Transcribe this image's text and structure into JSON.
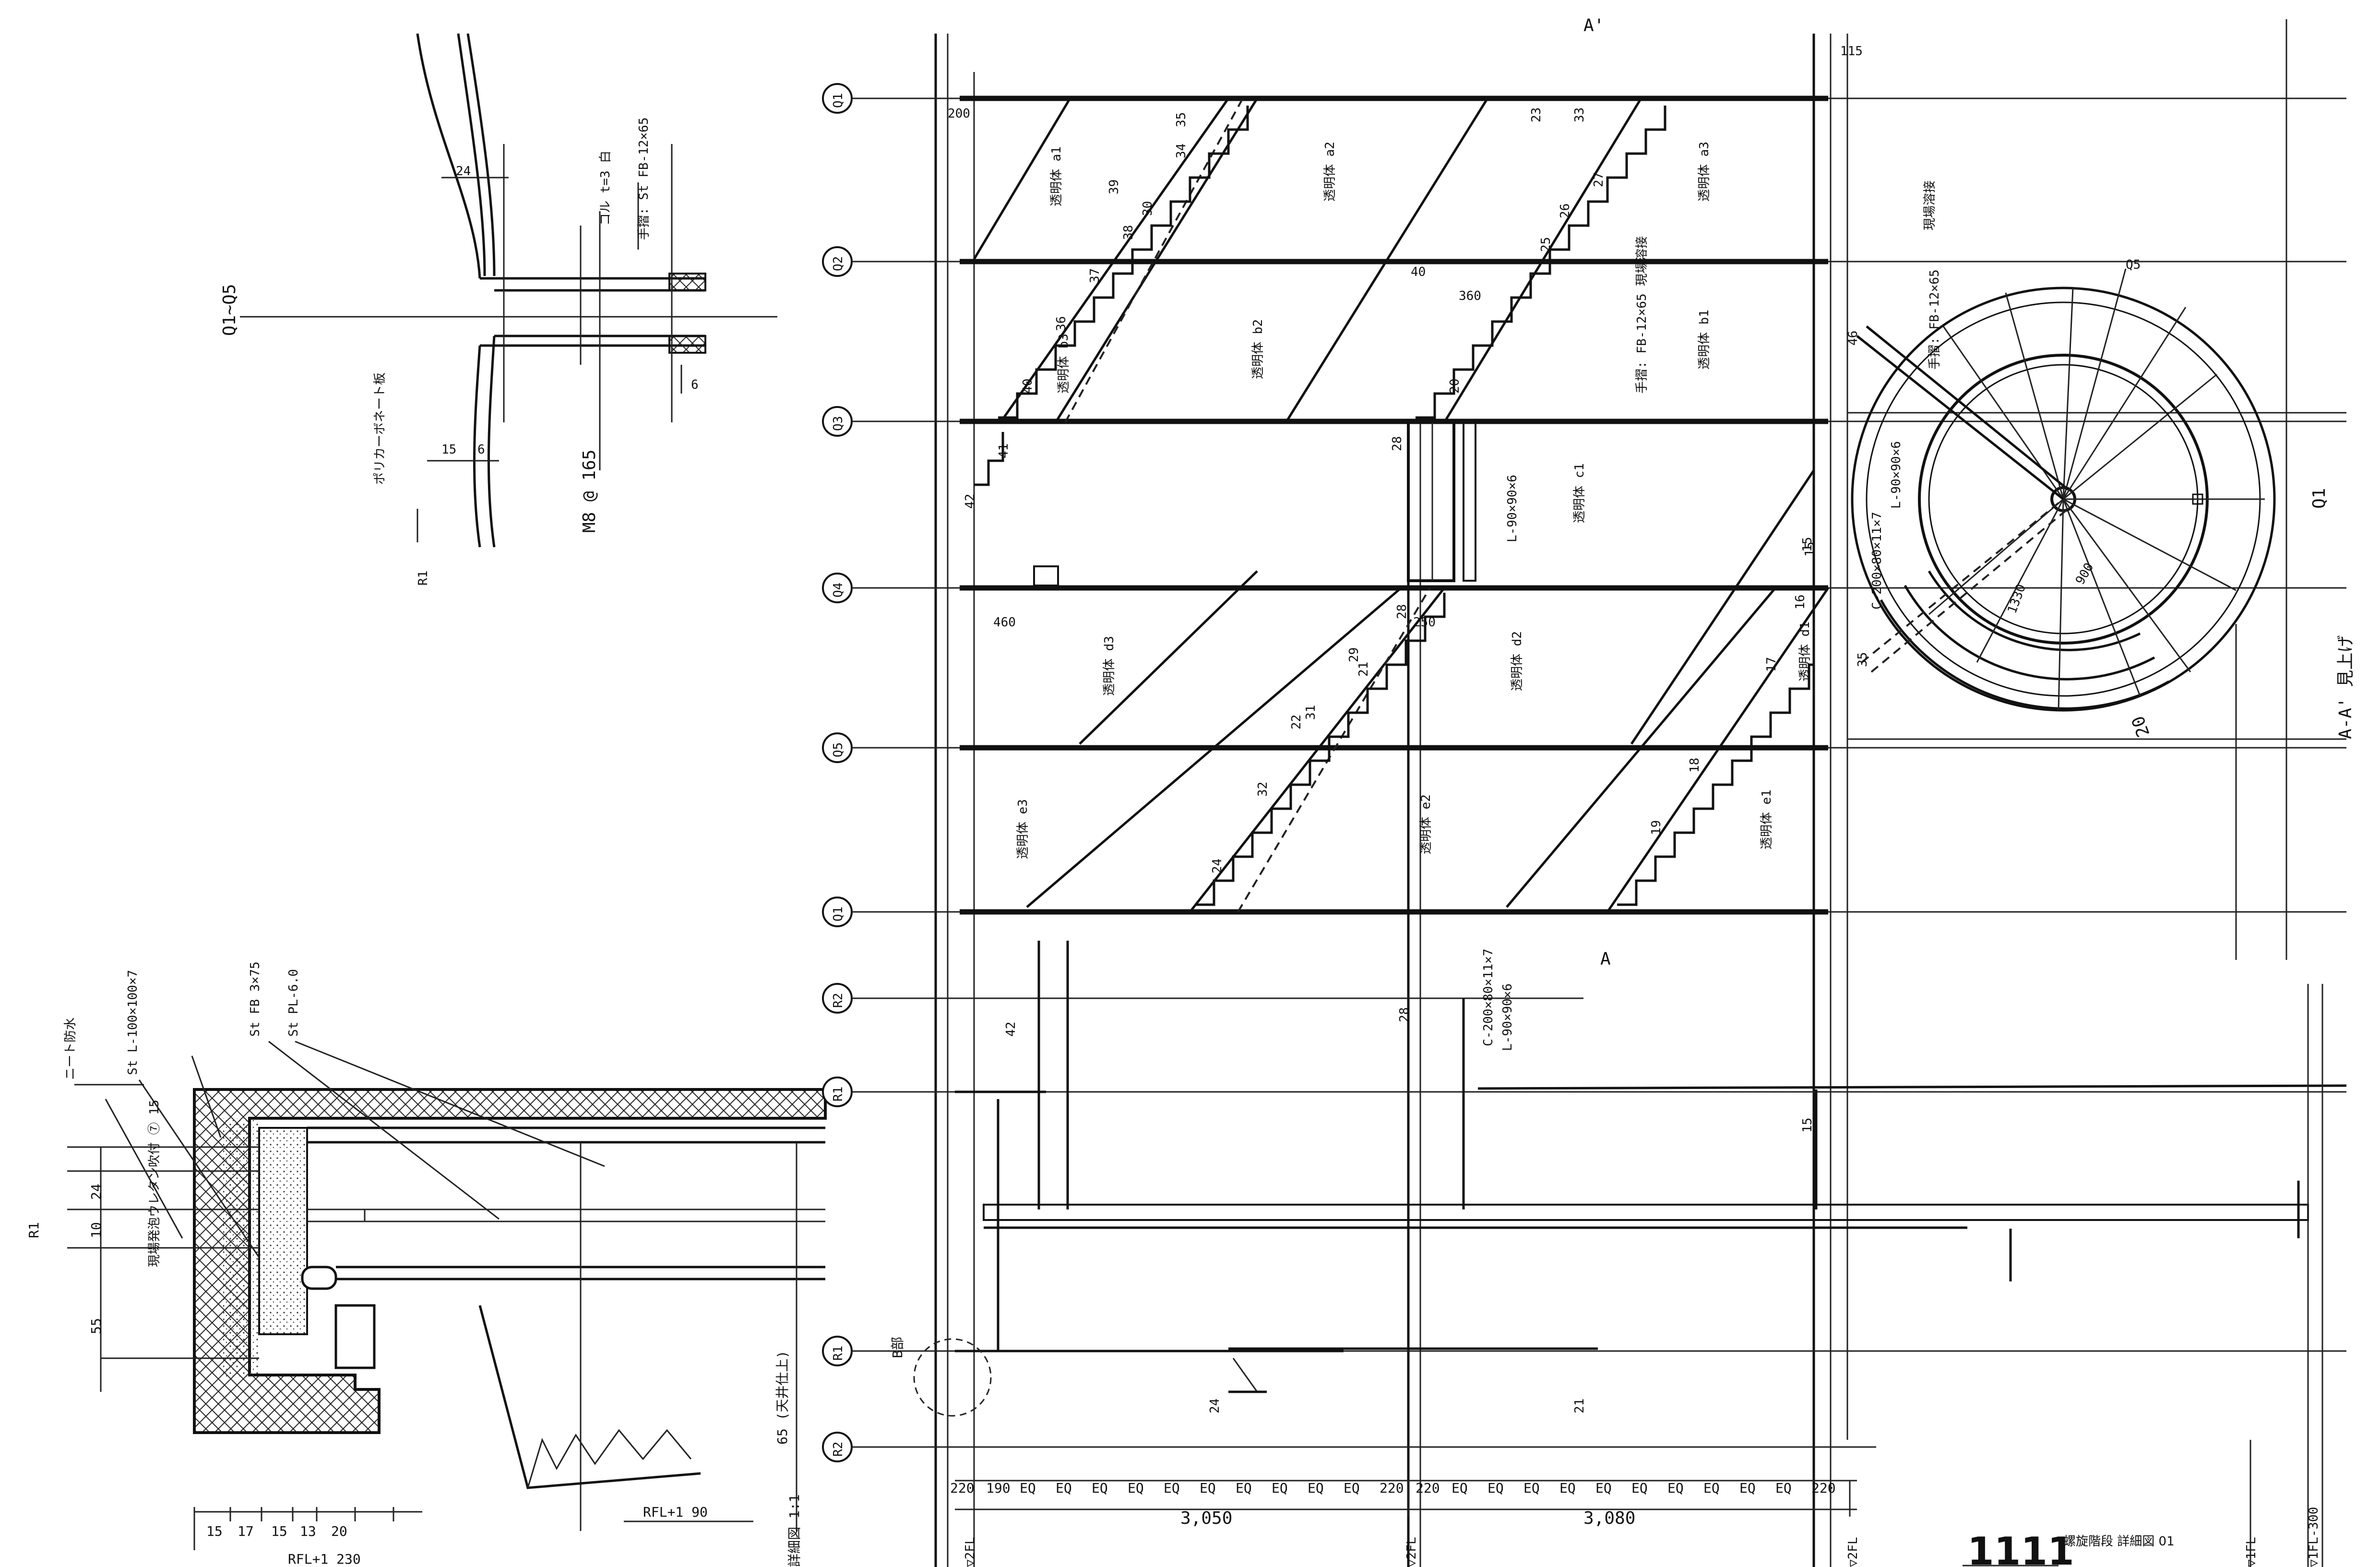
{
  "title_block": {
    "sheet_number": "1111",
    "sheet_title": "螺旋階段 詳細図 01"
  },
  "gridlines": {
    "rows": [
      "Q1",
      "Q2",
      "Q3",
      "Q4",
      "Q5",
      "Q1",
      "R2",
      "R1",
      "R1",
      "R2"
    ]
  },
  "top_detail": {
    "grid_label": "Q1~Q5",
    "notes": [
      "24",
      "コル t=3 白",
      "手摺: St FB-12×65",
      "ポリカーボネート板",
      "M8 @ 165",
      "15",
      "6",
      "6",
      "R1"
    ]
  },
  "section_detail": {
    "notes": [
      "ニート防水",
      "St L-100×100×7",
      "St FB 3×75",
      "St PL-6.0",
      "現場発泡ウレタン吹付 ⑦ 15",
      "24",
      "10",
      "55",
      "RFL+1 90",
      "RFL+1 230",
      "15",
      "17",
      "15",
      "13",
      "20",
      "R1",
      "65 (天井仕上)",
      "B部",
      "詳細図 1:1"
    ]
  },
  "stair_elevation": {
    "panel_labels": [
      "透明体 a3",
      "透明体 a2",
      "透明体 a1",
      "透明体 b3",
      "透明体 b2",
      "透明体 b1",
      "透明体 c1",
      "透明体 d3",
      "透明体 d2",
      "透明体 d1",
      "透明体 e3",
      "透明体 e2",
      "透明体 e1"
    ],
    "step_numbers": [
      "35",
      "34",
      "33",
      "32",
      "31",
      "30",
      "29",
      "28",
      "27",
      "26",
      "25",
      "24",
      "23",
      "22",
      "21",
      "20",
      "19",
      "18",
      "17",
      "16",
      "15",
      "42",
      "41",
      "40",
      "36",
      "37",
      "38",
      "39"
    ],
    "notes": [
      "200",
      "115",
      "40",
      "28",
      "460",
      "250",
      "360",
      "L-90×90×6",
      "手摺: FB-12×65 現場溶接",
      "C-200×80×11×7",
      "L-90×90×6",
      "42",
      "28",
      "15",
      "21",
      "24",
      "A'",
      "A",
      "15"
    ],
    "bottom_dims": [
      "220",
      "190",
      "EQ",
      "220",
      "220",
      "3,050",
      "3,080"
    ],
    "levels": [
      "▽2FL",
      "▽2FL",
      "▽2FL",
      "▽1FL",
      "▽1FL-300"
    ]
  },
  "plan": {
    "title": "A-A' 見上げ",
    "notes": [
      "Q5",
      "手摺: FB-12×65",
      "現場溶接",
      "L-90×90×6",
      "C-200×80×11×7",
      "1330",
      "900",
      "Q1",
      "20",
      "46",
      "35",
      "Q1"
    ]
  }
}
